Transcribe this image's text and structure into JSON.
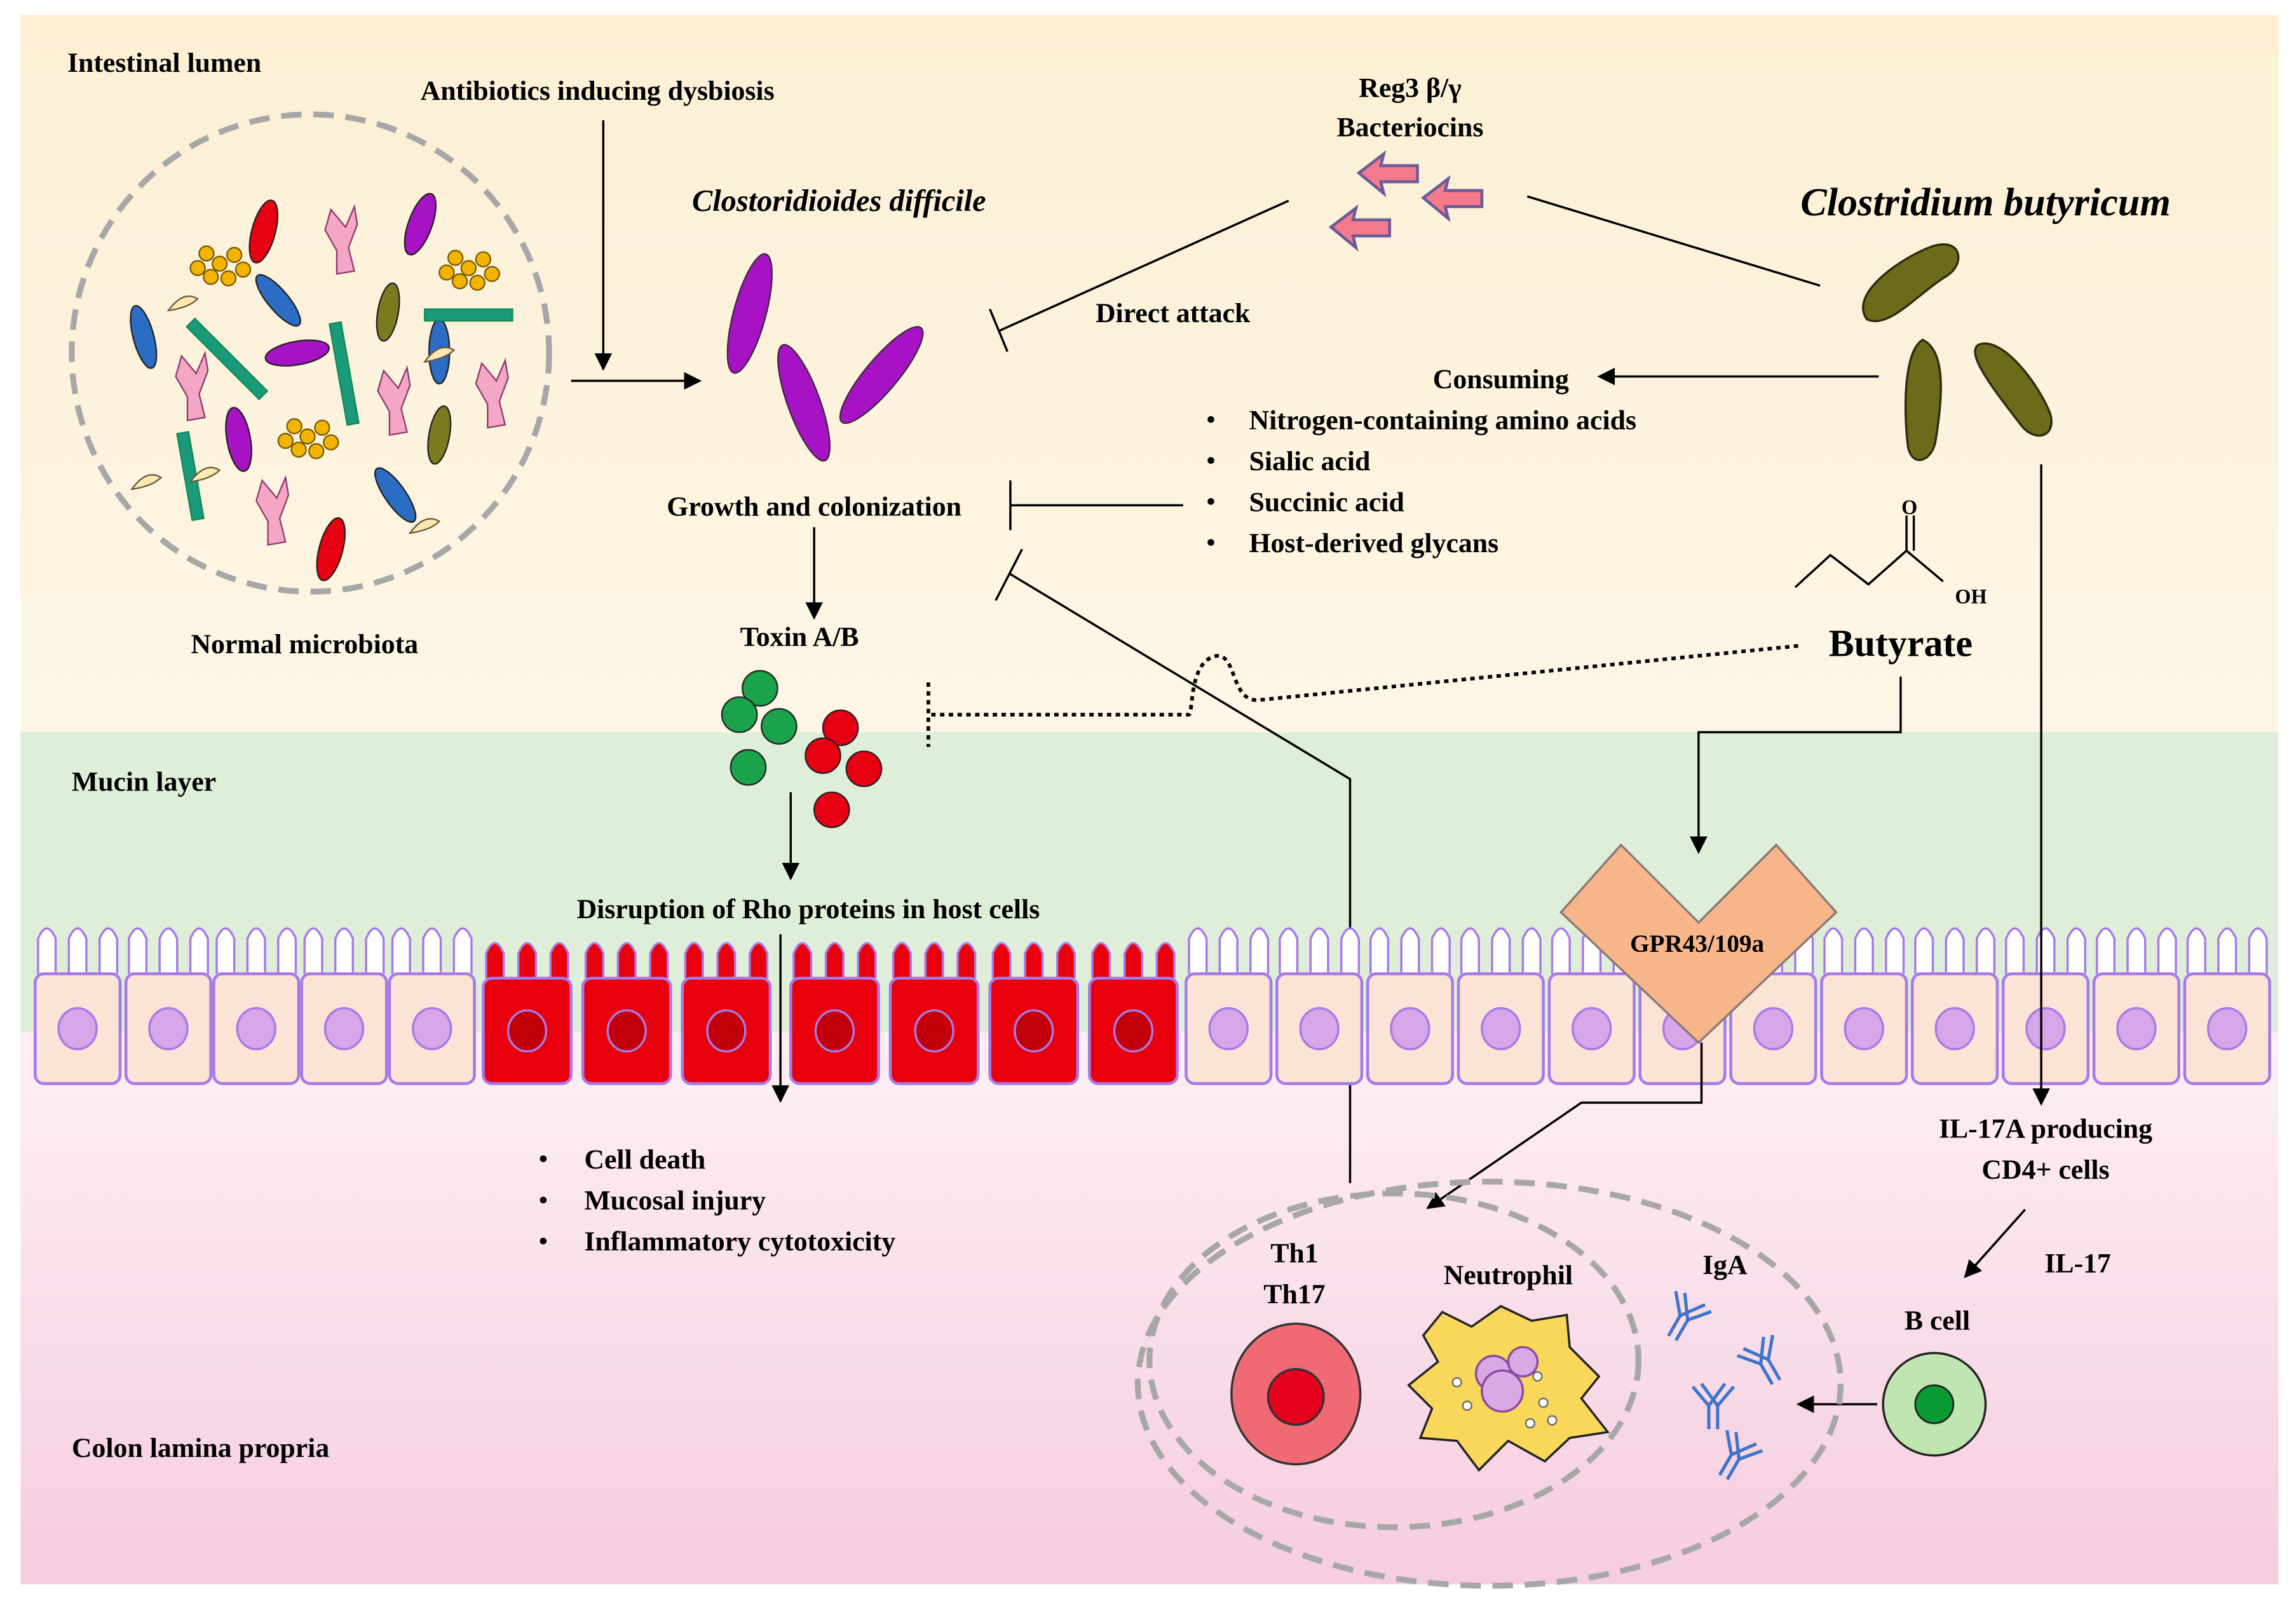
{
  "regions": {
    "lumen": "Intestinal lumen",
    "mucin": "Mucin layer",
    "lamina": "Colon lamina propria"
  },
  "labels": {
    "antibiotics": "Antibiotics inducing dysbiosis",
    "normal_microbiota": "Normal microbiota",
    "c_difficile": "Clostoridioides difficile",
    "c_butyricum": "Clostridium butyricum",
    "reg3": "Reg3 β/γ",
    "bacteriocins": "Bacteriocins",
    "direct_attack": "Direct attack",
    "consuming": "Consuming",
    "growth": "Growth and colonization",
    "toxin": "Toxin A/B",
    "butyrate": "Butyrate",
    "oxygen": "O",
    "hydroxyl": "OH",
    "disruption": "Disruption of Rho proteins in host cells",
    "receptor": "GPR43/109a",
    "il17a_line1": "IL-17A producing",
    "il17a_line2": "CD4+ cells",
    "il17": "IL-17",
    "bcell": "B cell",
    "iga": "IgA",
    "th1": "Th1",
    "th17": "Th17",
    "neutrophil": "Neutrophil"
  },
  "consumed_nutrients": [
    "Nitrogen-containing amino acids",
    "Sialic acid",
    "Succinic acid",
    "Host-derived glycans"
  ],
  "outcomes": [
    "Cell death",
    "Mucosal injury",
    "Inflammatory cytotoxicity"
  ],
  "colors": {
    "lumen_bg": "#fdf1dc",
    "mucin_bg": "#dff0d8",
    "lamina_bg_top": "#fdeef3",
    "lamina_bg_bottom": "#f5cfe0",
    "c_difficile": "#a612c4",
    "c_butyricum": "#6b6b1a",
    "reg3_arrow": "#f37b8c",
    "receptor": "#f7b58a",
    "healthy_cell": "#fbe3d6",
    "damaged_cell": "#e8000c",
    "cell_border": "#a77ae6",
    "toxin_a": "#1aa34a",
    "toxin_b": "#e60012",
    "bcell_fill": "#bfe6b0",
    "th_cell": "#f06a75",
    "neutrophil": "#f8d75a",
    "iga": "#3e74c9"
  }
}
